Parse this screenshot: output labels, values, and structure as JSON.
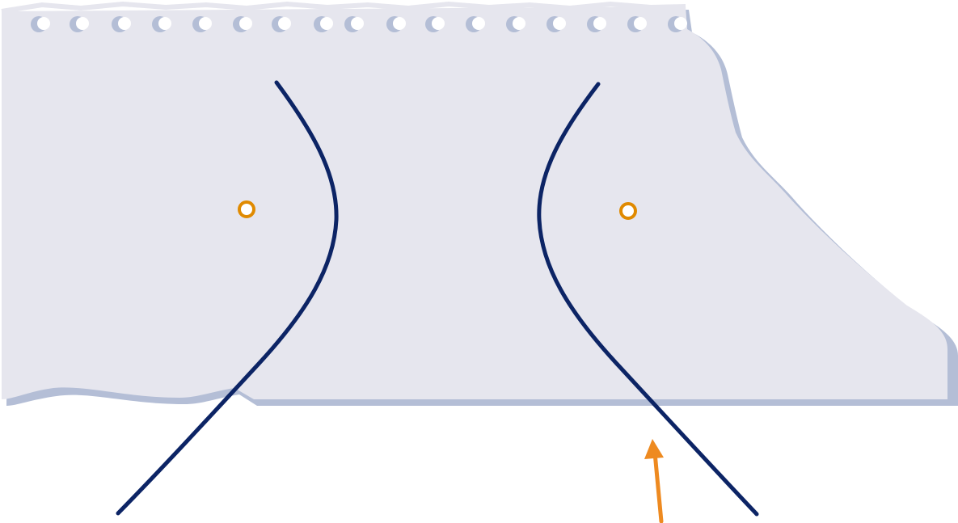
{
  "colors": {
    "background": "#ffffff",
    "paper": "#e6e6ee",
    "paper_shadow": "#b4bed6",
    "curve": "#0c2465",
    "focus": "#e08a00",
    "arrow": "#ee8a20"
  },
  "figure": {
    "kind": "hyperbola",
    "branches": [
      "left",
      "right"
    ],
    "foci": [
      "left",
      "right"
    ],
    "arrow": {
      "points_to": "right-branch"
    },
    "background_icon": "torn-notebook-paper"
  }
}
